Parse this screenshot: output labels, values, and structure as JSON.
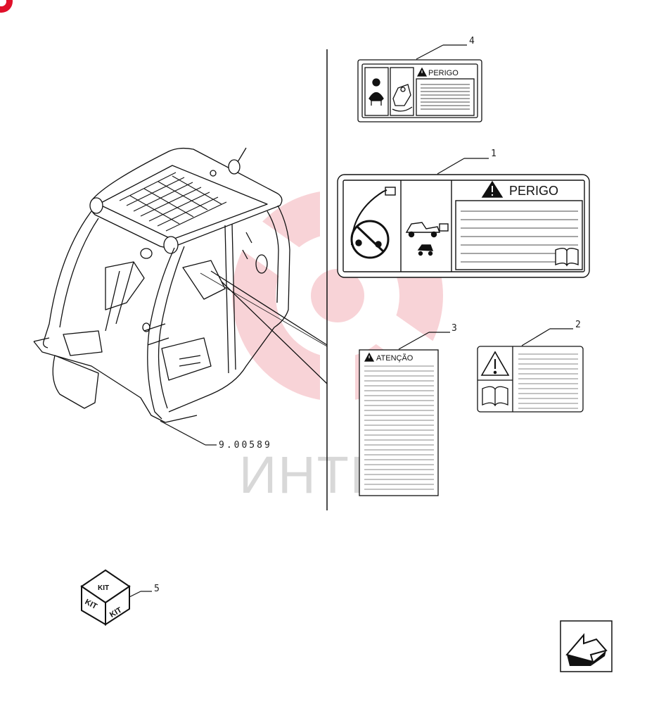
{
  "watermark": {
    "text": "ИНТЕХ",
    "color": "#f1a0a8"
  },
  "callouts": {
    "c1": "1",
    "c2": "2",
    "c3": "3",
    "c4": "4",
    "c5": "5"
  },
  "assembly_ref": "9.00589",
  "labels": {
    "decal_4_title": "PERIGO",
    "decal_1_title": "PERIGO",
    "decal_3_title": "ATENÇÃO"
  },
  "kit": {
    "top": "KIT",
    "left": "KIT",
    "right": "KIT"
  },
  "icons": {
    "corner": "red-badge-icon",
    "next": "next-page-arrow-icon"
  },
  "colors": {
    "line": "#111111",
    "accent_red": "#e0102a"
  }
}
